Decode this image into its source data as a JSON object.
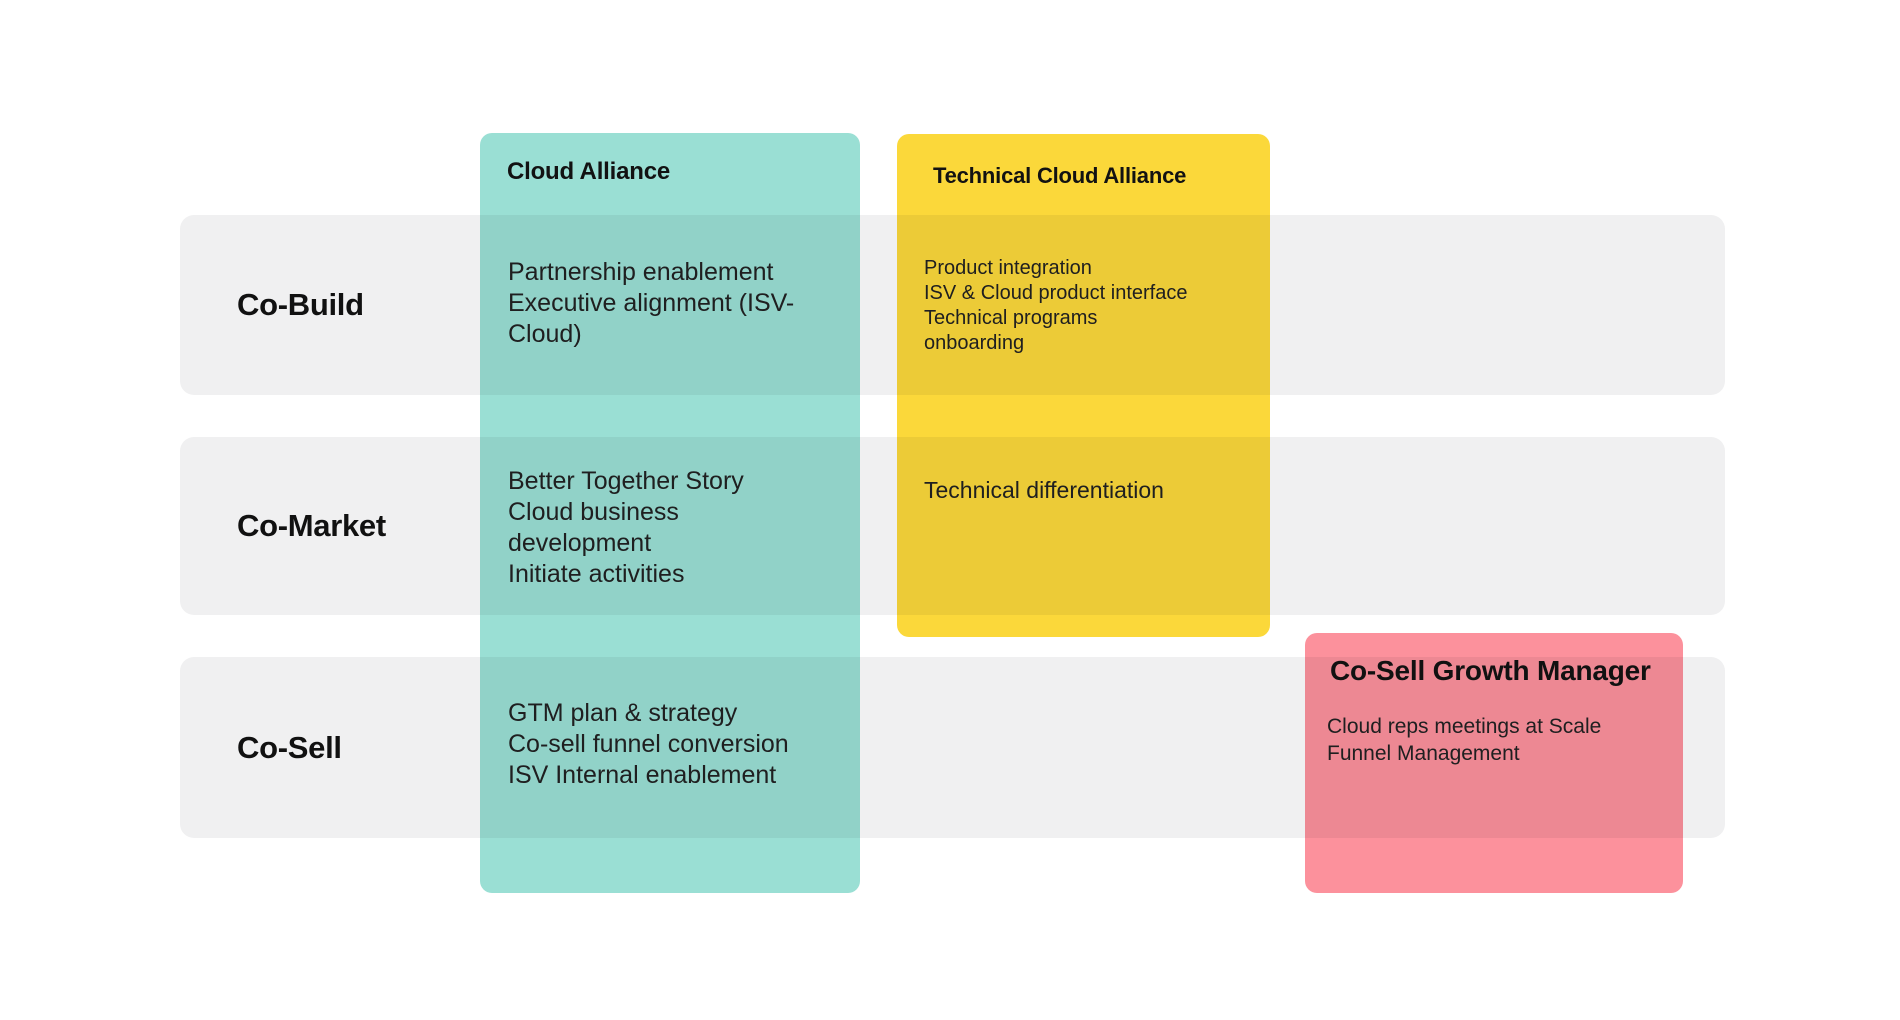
{
  "palette": {
    "background": "#FFFFFF",
    "row_band": "#F0F0F1",
    "teal": "#9ADFD4",
    "yellow": "#FBD83A",
    "pink": "#FC919C",
    "text": "#1A1A1A"
  },
  "rows": [
    {
      "label": "Co-Build"
    },
    {
      "label": "Co-Market"
    },
    {
      "label": "Co-Sell"
    }
  ],
  "columns": [
    {
      "title": "Cloud Alliance",
      "color": "#9ADFD4",
      "cells": {
        "cobuild_lines": [
          "Partnership enablement",
          "Executive alignment (ISV-",
          "Cloud)"
        ],
        "comarket_lines": [
          "Better Together Story",
          "Cloud business",
          "development",
          "Initiate activities"
        ],
        "cosell_lines": [
          "GTM plan & strategy",
          "Co-sell funnel conversion",
          "ISV Internal enablement"
        ]
      }
    },
    {
      "title": "Technical Cloud Alliance",
      "color": "#FBD83A",
      "cells": {
        "cobuild_lines": [
          "Product integration",
          "ISV & Cloud product interface",
          "Technical programs",
          "onboarding"
        ],
        "comarket_lines": [
          "Technical differentiation"
        ]
      }
    },
    {
      "title": "Co-Sell Growth Manager",
      "color": "#FC919C",
      "cells": {
        "cosell_lines": [
          "Cloud reps meetings at Scale",
          "Funnel Management"
        ]
      }
    }
  ]
}
